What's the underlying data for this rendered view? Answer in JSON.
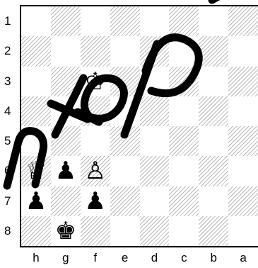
{
  "ranks": [
    "1",
    "2",
    "3",
    "4",
    "5",
    "6",
    "7",
    "8"
  ],
  "files": [
    "h",
    "g",
    "f",
    "e",
    "d",
    "c",
    "b",
    "a"
  ],
  "pieces": [
    {
      "square": "f3",
      "glyph": "♔",
      "name": "white-king-icon"
    },
    {
      "square": "h6",
      "glyph": "♕",
      "name": "white-queen-icon"
    },
    {
      "square": "g6",
      "glyph": "♟",
      "name": "black-pawn-icon"
    },
    {
      "square": "f6",
      "glyph": "♙",
      "name": "white-pawn-icon"
    },
    {
      "square": "h7",
      "glyph": "♟",
      "name": "black-pawn-icon"
    },
    {
      "square": "f7",
      "glyph": "♟",
      "name": "black-pawn-icon"
    },
    {
      "square": "g8",
      "glyph": "♚",
      "name": "black-king-icon"
    }
  ],
  "watermark": {
    "text": "ntep",
    "color": "#000000"
  }
}
